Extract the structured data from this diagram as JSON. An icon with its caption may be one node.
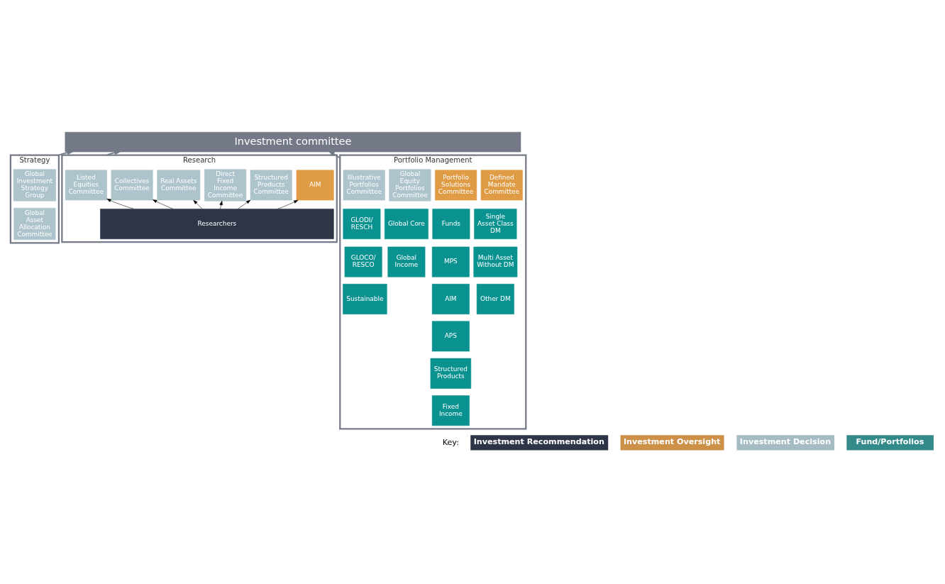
{
  "diagram": {
    "nodes": [
      {
        "text": [
          "Investment committee"
        ]
      },
      {
        "text": [
          "Strategy"
        ]
      },
      {
        "text": [
          "Global Investment Strategy Group"
        ],
        "in": 1
      },
      {
        "text": [
          "Global Asset Allocation Committee"
        ],
        "in": 1
      },
      {
        "text": [
          "Research"
        ]
      },
      {
        "text": [
          "Listed Equities Committee"
        ],
        "in": 4
      },
      {
        "text": [
          "Collectives Committee"
        ],
        "in": 4
      },
      {
        "text": [
          "Real Assets Committee"
        ],
        "in": 4
      },
      {
        "text": [
          "Direct Fixed Income Committee"
        ],
        "in": 4
      },
      {
        "text": [
          "Structured Products Committee"
        ],
        "in": 4
      },
      {
        "text": [
          "AIM"
        ],
        "in": 4
      },
      {
        "text": [
          "Researchers"
        ],
        "in": 4
      },
      {
        "text": [
          "Portfolio Management"
        ]
      },
      {
        "text": [
          "Illustrative Portfolios Committee"
        ],
        "in": 12
      },
      {
        "text": [
          "Global Equity Portfolios Committee"
        ],
        "in": 12
      },
      {
        "text": [
          "Portfolio Solutions Committee"
        ],
        "in": 12
      },
      {
        "text": [
          "Defined Mandate Committee"
        ],
        "in": 12
      },
      {
        "text": [
          "GLODI/ RESCH"
        ],
        "in": 12
      },
      {
        "text": [
          "Global Core"
        ],
        "in": 12
      },
      {
        "text": [
          "Funds"
        ],
        "in": 12
      },
      {
        "text": [
          "Single Asset Class DM"
        ],
        "in": 12
      },
      {
        "text": [
          "GLOCO/ RESCO"
        ],
        "in": 12
      },
      {
        "text": [
          "Global Income"
        ],
        "in": 12
      },
      {
        "text": [
          "MPS"
        ],
        "in": 12
      },
      {
        "text": [
          "Multi Asset Without DM"
        ],
        "in": 12
      },
      {
        "text": [
          "Sustainable"
        ],
        "in": 12
      },
      {
        "text": [
          "AIM"
        ],
        "in": 12
      },
      {
        "text": [
          "Other DM"
        ],
        "in": 12
      },
      {
        "text": [
          "APS"
        ],
        "in": 12
      },
      {
        "text": [
          "Structured Products"
        ],
        "in": 12
      },
      {
        "text": [
          "Fixed Income"
        ],
        "in": 12
      }
    ],
    "edges": [
      {
        "from": 1,
        "to": 0,
        "arrow": "to",
        "color": "#737986"
      },
      {
        "from": 4,
        "to": 0,
        "arrow": "to",
        "color": "#737986"
      },
      {
        "from": 12,
        "to": 0,
        "arrow": "to",
        "color": "#737986"
      },
      {
        "from": 11,
        "to": 5,
        "arrow": "to"
      },
      {
        "from": 11,
        "to": 6,
        "arrow": "to"
      },
      {
        "from": 11,
        "to": 7,
        "arrow": "to"
      },
      {
        "from": 11,
        "to": 8,
        "arrow": "to"
      },
      {
        "from": 11,
        "to": 9,
        "arrow": "to"
      },
      {
        "from": 11,
        "to": 10,
        "arrow": "to"
      }
    ],
    "labels": [
      "Key:"
    ],
    "legend": [
      {
        "text": "Investment Recommendation",
        "color": "#2e3547"
      },
      {
        "text": "Investment Oversight",
        "color": "#cc9049"
      },
      {
        "text": "Investment Decision",
        "color": "#a6bcc4"
      },
      {
        "text": "Fund/Portfolios",
        "color": "#348a8a"
      }
    ]
  }
}
